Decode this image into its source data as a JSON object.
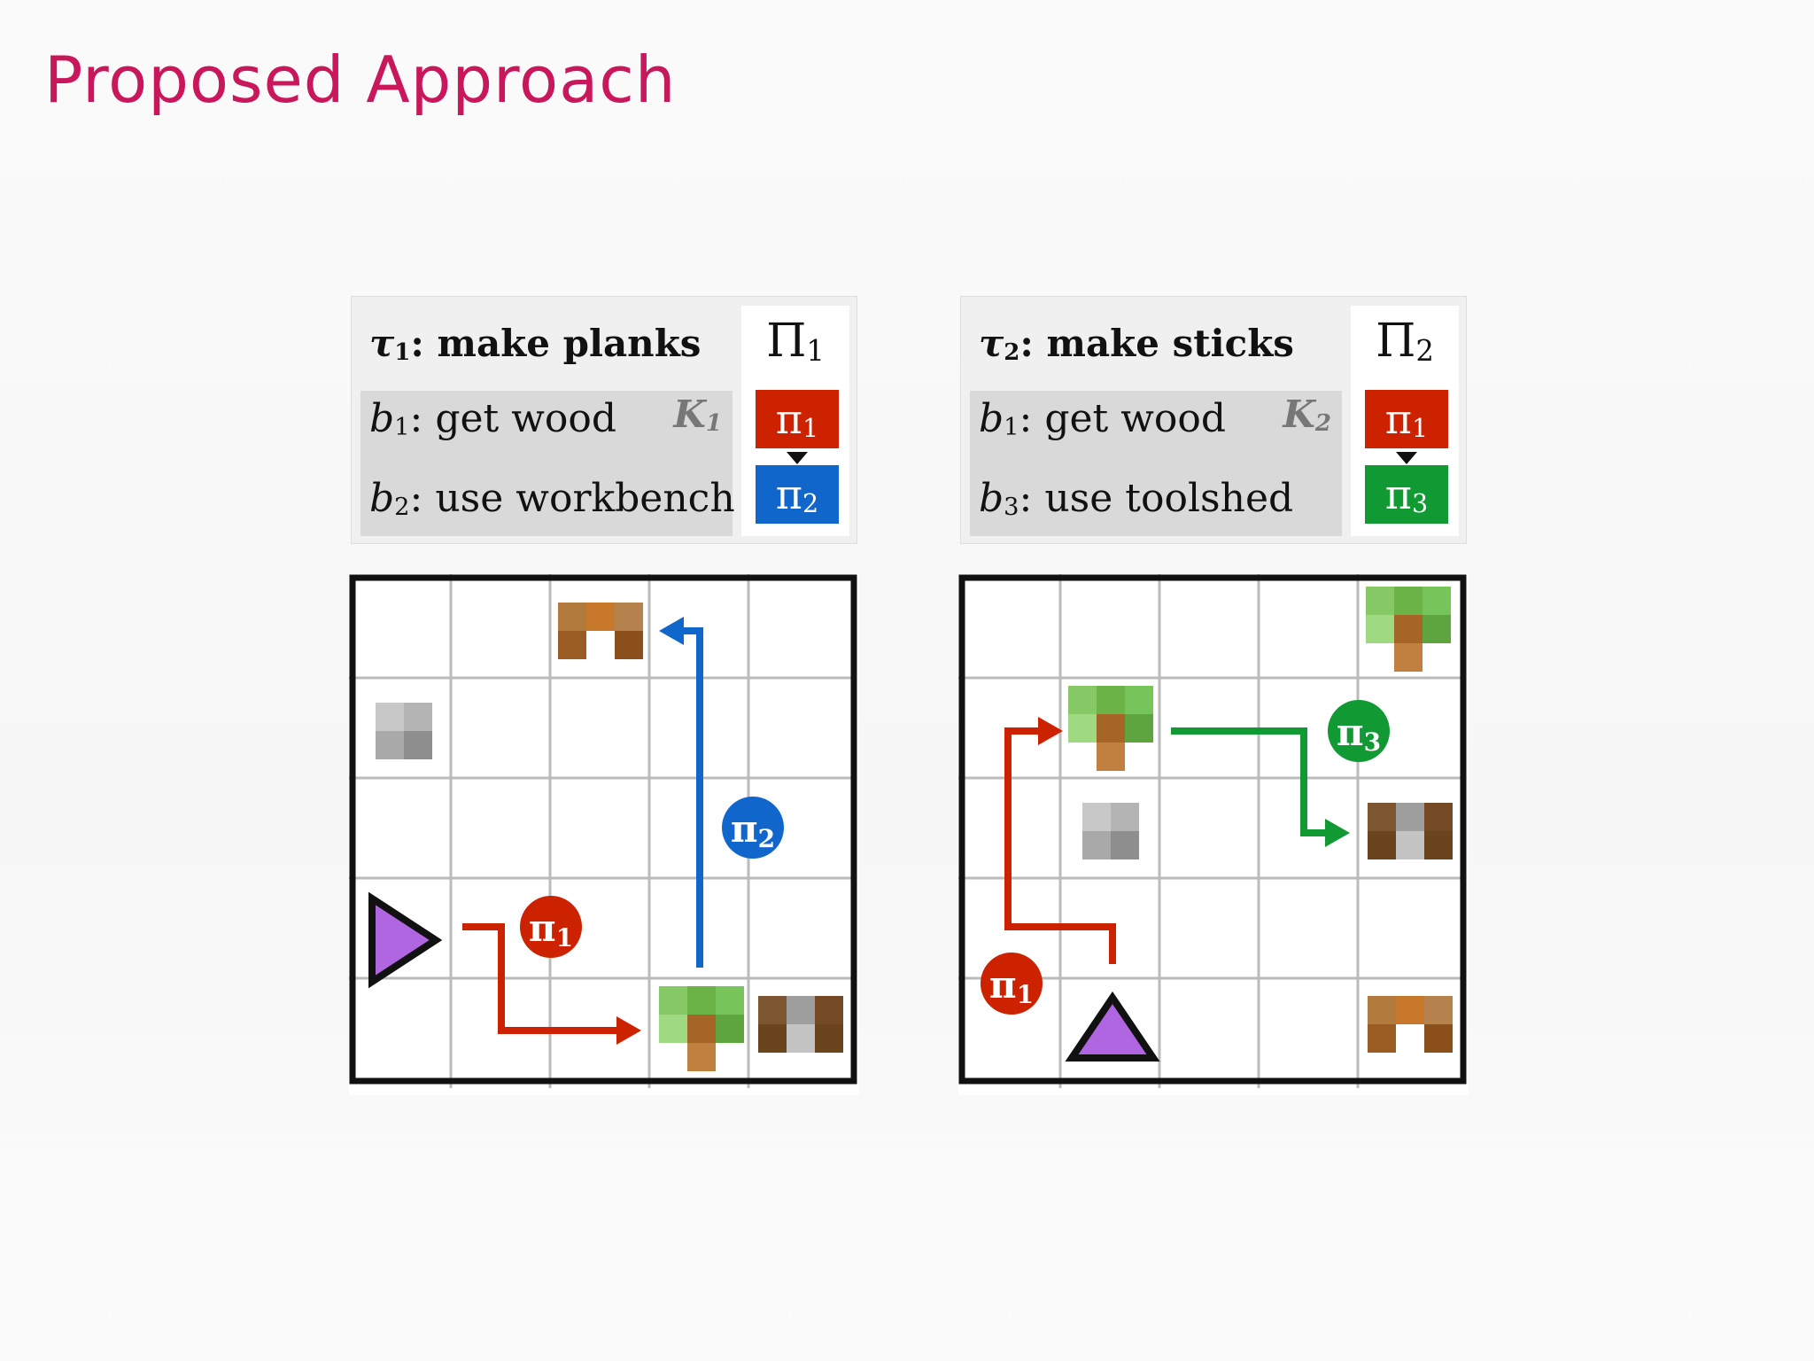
{
  "slide": {
    "title": "Proposed Approach"
  },
  "panel_left": {
    "task_var": "τ",
    "task_idx": "1",
    "task_text": ": make planks",
    "belief_1": {
      "var": "b",
      "idx": "1",
      "text": ": get wood"
    },
    "belief_2": {
      "var": "b",
      "idx": "2",
      "text": ": use workbench"
    },
    "k_var": "K",
    "k_idx": "1",
    "set_var": "Π",
    "set_idx": "1",
    "policy_top": {
      "var": "π",
      "idx": "1"
    },
    "policy_bottom": {
      "var": "π",
      "idx": "2"
    }
  },
  "panel_right": {
    "task_var": "τ",
    "task_idx": "2",
    "task_text": ": make sticks",
    "belief_1": {
      "var": "b",
      "idx": "1",
      "text": ": get wood"
    },
    "belief_2": {
      "var": "b",
      "idx": "3",
      "text": ": use toolshed"
    },
    "k_var": "K",
    "k_idx": "2",
    "set_var": "Π",
    "set_idx": "2",
    "policy_top": {
      "var": "π",
      "idx": "1"
    },
    "policy_bottom": {
      "var": "π",
      "idx": "3"
    }
  },
  "grid_left": {
    "badge_red": {
      "var": "π",
      "idx": "1"
    },
    "badge_blue": {
      "var": "π",
      "idx": "2"
    }
  },
  "grid_right": {
    "badge_green": {
      "var": "π",
      "idx": "3"
    },
    "badge_red": {
      "var": "π",
      "idx": "1"
    }
  },
  "colors": {
    "title": "#c8175b",
    "policy_red": "#cc2200",
    "policy_blue": "#1166cc",
    "policy_green": "#119933",
    "agent": "#b066e0"
  }
}
